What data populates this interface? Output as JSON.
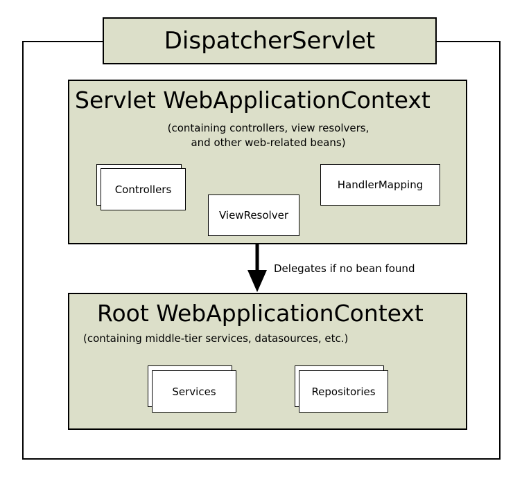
{
  "diagram": {
    "title": "DispatcherServlet",
    "servlet_context": {
      "title": "Servlet WebApplicationContext",
      "subtitle_line1": "(containing controllers, view resolvers,",
      "subtitle_line2": "and other web-related beans)",
      "beans": {
        "controllers": "Controllers",
        "view_resolver": "ViewResolver",
        "handler_mapping": "HandlerMapping"
      }
    },
    "delegation_label": "Delegates if no bean found",
    "root_context": {
      "title": "Root WebApplicationContext",
      "subtitle": "(containing middle-tier services, datasources, etc.)",
      "beans": {
        "services": "Services",
        "repositories": "Repositories"
      }
    }
  },
  "colors": {
    "panel_fill": "#dcdfc9",
    "box_fill": "#ffffff",
    "stroke": "#000000"
  }
}
